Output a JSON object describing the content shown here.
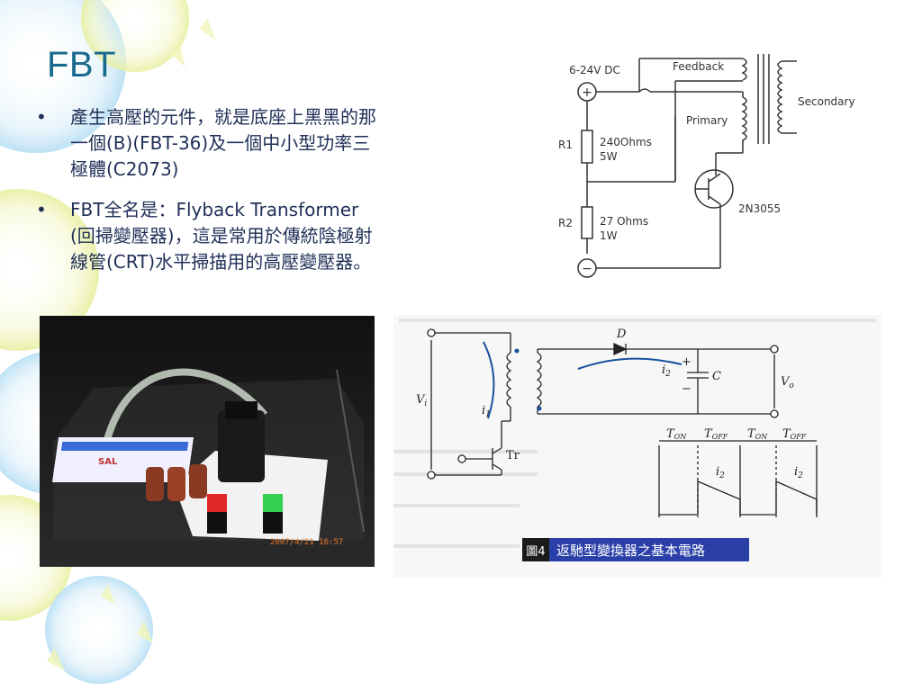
{
  "slide": {
    "title": "FBT",
    "bullets": [
      {
        "text": "產生高壓的元件，就是底座上黑黑的那\n一個(B)(FBT-36)及一個中小型功率三\n極體(C2073)"
      },
      {
        "text": "FBT全名是：Flyback Transformer\n(回掃變壓器)，這是常用於傳統陰極射\n線管(CRT)水平掃描用的高壓變壓器。"
      }
    ]
  },
  "circuit": {
    "supply": "6-24V DC",
    "feedback": "Feedback",
    "primary": "Primary",
    "secondary": "Secondary",
    "r1": "R1",
    "r1_value": "240Ohms",
    "r1_power": "5W",
    "r2": "R2",
    "r2_value": "27 Ohms",
    "r2_power": "1W",
    "transistor": "2N3055",
    "plus": "+",
    "minus": "−"
  },
  "photo": {
    "timestamp": "2007/4/21  16:57",
    "label": "SAL"
  },
  "flyback": {
    "diode": "D",
    "vi": "V",
    "vi_sub": "i",
    "vo": "V",
    "vo_sub": "o",
    "i1": "i",
    "i1_sub": "1",
    "i2": "i",
    "i2_sub": "2",
    "cap": "C",
    "cap_plus": "+",
    "cap_minus": "−",
    "tr": "Tr",
    "t_on": "T",
    "t_on_sub": "ON",
    "t_off": "T",
    "t_off_sub": "OFF",
    "fig_num": "圖4",
    "caption": "返馳型變換器之基本電路"
  }
}
